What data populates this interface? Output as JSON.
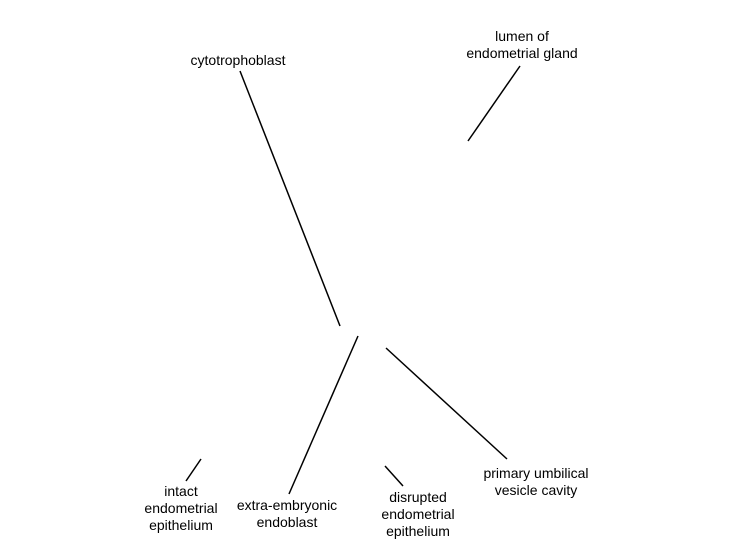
{
  "labels": {
    "cytotrophoblast": [
      "cytotrophoblast"
    ],
    "lumen": [
      "lumen of",
      "endometrial gland"
    ],
    "intact": [
      "intact",
      "endometrial",
      "epithelium"
    ],
    "extra": [
      "extra-embryonic",
      "endoblast"
    ],
    "disrupted": [
      "disrupted",
      "endometrial",
      "epithelium"
    ],
    "primary": [
      "primary umbilical",
      "vesicle cavity"
    ]
  },
  "colors": {
    "line": "#000000",
    "text": "#000000",
    "background": "#ffffff"
  }
}
